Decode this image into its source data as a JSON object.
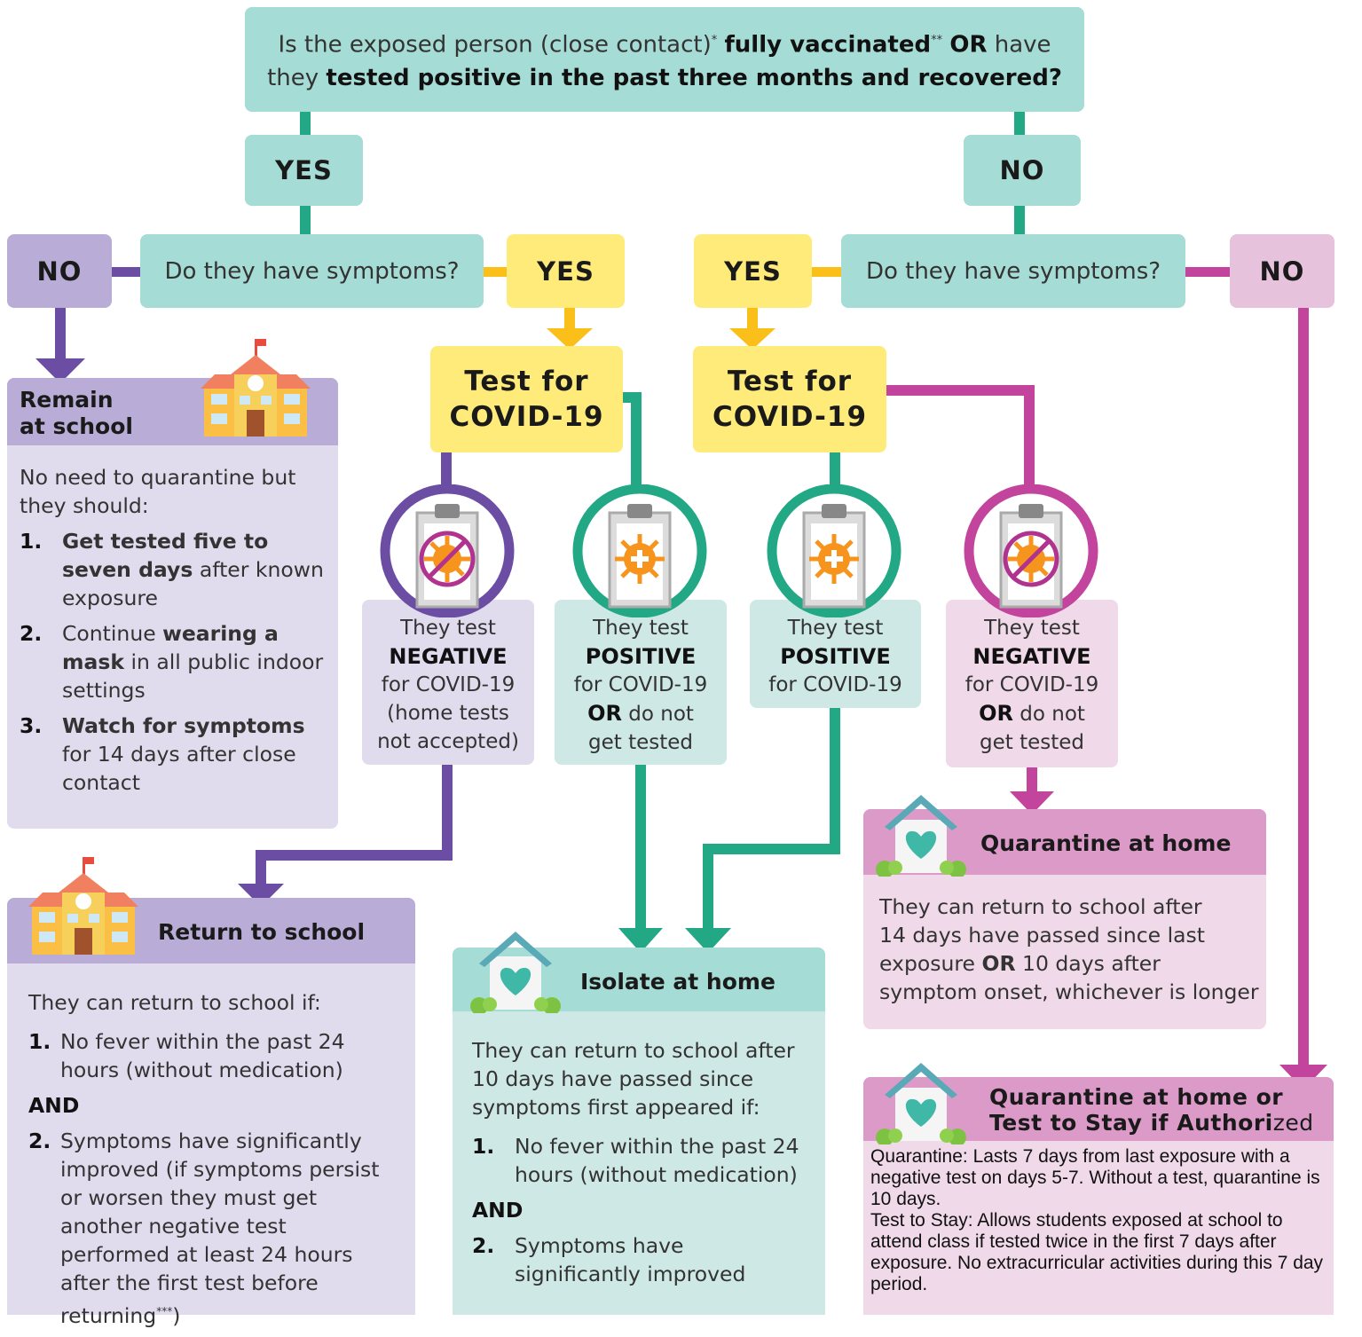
{
  "top_question": {
    "part1": "Is the exposed person (close contact)",
    "mark1": "*",
    "bold1": "fully vaccinated",
    "mark2": "**",
    "or": "OR",
    "have": "have",
    "they": "they",
    "bold2": "tested positive in the past three months and recovered?"
  },
  "labels": {
    "yes": "YES",
    "no": "NO"
  },
  "symptoms_question": "Do they have symptoms?",
  "test_box": {
    "line1": "Test for",
    "line2": "COVID-19"
  },
  "results": {
    "neg_left": {
      "l1": "They test",
      "l2": "NEGATIVE",
      "l3": "for COVID-19",
      "l4": "(home tests",
      "l5": "not accepted)"
    },
    "pos_left": {
      "l1": "They test",
      "l2": "POSITIVE",
      "l3": "for COVID-19",
      "l4b": "OR",
      "l4": " do not",
      "l5": "get tested"
    },
    "pos_right": {
      "l1": "They test",
      "l2": "POSITIVE",
      "l3": "for COVID-19"
    },
    "neg_right": {
      "l1": "They test",
      "l2": "NEGATIVE",
      "l3": "for COVID-19",
      "l4b": "OR",
      "l4": " do not",
      "l5": "get tested"
    }
  },
  "remain": {
    "title1": "Remain",
    "title2": "at school",
    "intro1": "No need to quarantine but",
    "intro2": "they should:",
    "items": [
      {
        "num": "1.",
        "bold": "Get tested five to seven days",
        "rest": " after known exposure"
      },
      {
        "num": "2.",
        "pre": "Continue ",
        "bold": "wearing a mask",
        "rest": " in all public indoor settings"
      },
      {
        "num": "3.",
        "bold": "Watch for symptoms",
        "rest": " for 14 days after close contact"
      }
    ]
  },
  "return_school": {
    "title": "Return to school",
    "intro": "They can return to school if:",
    "item1_num": "1.",
    "item1": "No fever within the past 24 hours (without medication)",
    "and": "AND",
    "item2_num": "2.",
    "item2": "Symptoms have significantly improved (if symptoms persist or worsen they must get another negative test performed at least 24 hours after the first test before returning",
    "item2_mark": "***",
    "item2_end": ")"
  },
  "isolate": {
    "title": "Isolate at home",
    "intro": "They can return to school after 10 days have passed since symptoms first appeared if:",
    "item1_num": "1.",
    "item1": "No fever within the past 24 hours (without medication)",
    "and": "AND",
    "item2_num": "2.",
    "item2": "Symptoms have significantly improved"
  },
  "quarantine": {
    "title": "Quarantine at home",
    "text1": "They can return to school after",
    "text2": "14 days have passed since last",
    "text3a": "exposure ",
    "text3b": "OR",
    "text3c": " 10 days after",
    "text4": "symptom onset, whichever is longer"
  },
  "quarantine_tts": {
    "title1": "Quarantine at home or",
    "title2": "Test to Stay if Authori",
    "title2_end": "zed",
    "q_text": "Quarantine: Lasts 7 days from last exposure with a negative test on days 5-7. Without a test, quarantine is 10 days.",
    "tts_text": "Test to Stay: Allows students exposed at school to attend class if tested twice in the first 7 days after exposure. No extracurricular activities during this 7 day period."
  },
  "colors": {
    "teal": "#22a884",
    "purple": "#6b4ea3",
    "magenta": "#c2449c",
    "yellow": "#fbbf1a",
    "orange": "#f7941d"
  }
}
